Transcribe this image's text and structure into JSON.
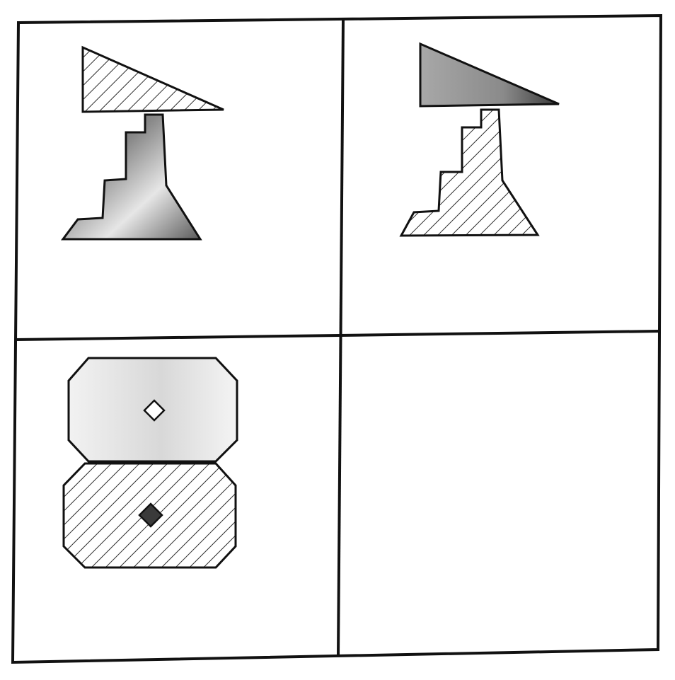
{
  "puzzle": {
    "grid": {
      "rows": 2,
      "cols": 2
    },
    "colors": {
      "stroke": "#111111",
      "hatch": "#2b2b2b",
      "shade_dark": "#3a3a3a",
      "shade_mid": "#8a8a8a",
      "shade_light": "#e6e6e6",
      "paper": "#ffffff"
    },
    "cells": [
      {
        "id": "top-left",
        "figure": "triangle-over-stepped-tower",
        "top_shape": {
          "shape": "right-triangle",
          "fill": "hatched"
        },
        "bottom_shape": {
          "shape": "stepped-tower",
          "fill": "shaded"
        }
      },
      {
        "id": "top-right",
        "figure": "triangle-over-stepped-tower",
        "top_shape": {
          "shape": "right-triangle",
          "fill": "shaded"
        },
        "bottom_shape": {
          "shape": "stepped-tower",
          "fill": "hatched"
        }
      },
      {
        "id": "bottom-left",
        "figure": "two-stacked-octagons",
        "top_shape": {
          "shape": "octagon",
          "fill": "light-shaded",
          "marker": "hollow-diamond"
        },
        "bottom_shape": {
          "shape": "octagon",
          "fill": "hatched",
          "marker": "filled-diamond"
        }
      },
      {
        "id": "bottom-right",
        "figure": "empty",
        "answer_missing": true
      }
    ]
  }
}
